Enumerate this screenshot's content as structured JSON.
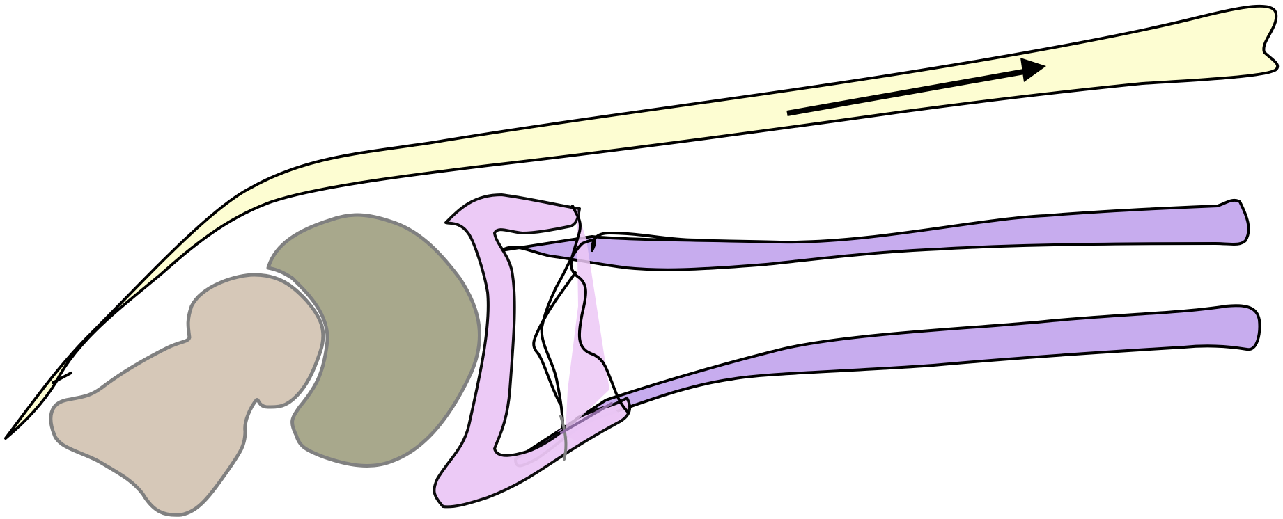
{
  "diagram": {
    "description_labels": [],
    "colors": {
      "background": "#ffffff",
      "upper_bar_fill": "#fdfdd2",
      "upper_bar_stroke": "#000000",
      "pink_element_fill": "#ecc8f6",
      "purple_rods_fill": "#c7acee",
      "purple_overlap_fill": "#d7a8f0",
      "olive_mass_fill": "#a8a88c",
      "beige_mass_fill": "#d6c8b8",
      "gray_outline": "#808080",
      "arrow": "#000000"
    },
    "shapes": [
      {
        "name": "long-pale-yellow-bar",
        "kind": "filled-outline"
      },
      {
        "name": "direction-arrow",
        "kind": "arrow",
        "direction": "right"
      },
      {
        "name": "pink-c-shaped-element",
        "kind": "filled-outline"
      },
      {
        "name": "upper-purple-rod",
        "kind": "filled-outline"
      },
      {
        "name": "lower-purple-rod",
        "kind": "filled-outline"
      },
      {
        "name": "olive-oval-mass",
        "kind": "filled-gray-outline"
      },
      {
        "name": "beige-lobed-mass",
        "kind": "filled-gray-outline"
      }
    ]
  }
}
